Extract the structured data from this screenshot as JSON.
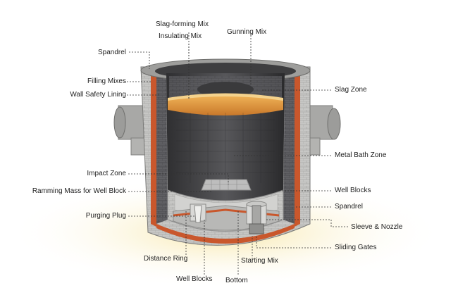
{
  "labels": {
    "slag_forming_mix": "Slag-forming Mix",
    "insulating_mix": "Insulating Mix",
    "gunning_mix": "Gunning Mix",
    "spandrel_top": "Spandrel",
    "filling_mixes": "Filling Mixes",
    "wall_safety_lining": "Wall Safety Lining",
    "slag_zone": "Slag Zone",
    "metal_bath_zone": "Metal Bath Zone",
    "impact_zone": "Impact Zone",
    "ramming_mass": "Ramming Mass for Well Block",
    "well_blocks_right": "Well Blocks",
    "spandrel_bottom": "Spandrel",
    "purging_plug": "Purging Plug",
    "sleeve_nozzle": "Sleeve & Nozzle",
    "sliding_gates": "Sliding Gates",
    "distance_ring": "Distance Ring",
    "starting_mix": "Starting Mix",
    "well_blocks_bottom": "Well Blocks",
    "bottom": "Bottom"
  },
  "colors": {
    "shell": "#b9b9b7",
    "shell_dark": "#8f8f8d",
    "safety_lining": "#c9572c",
    "working_lining": "#4a4a4c",
    "slag_layer": "#e09a3c",
    "background_floor": "#f8edc4"
  }
}
